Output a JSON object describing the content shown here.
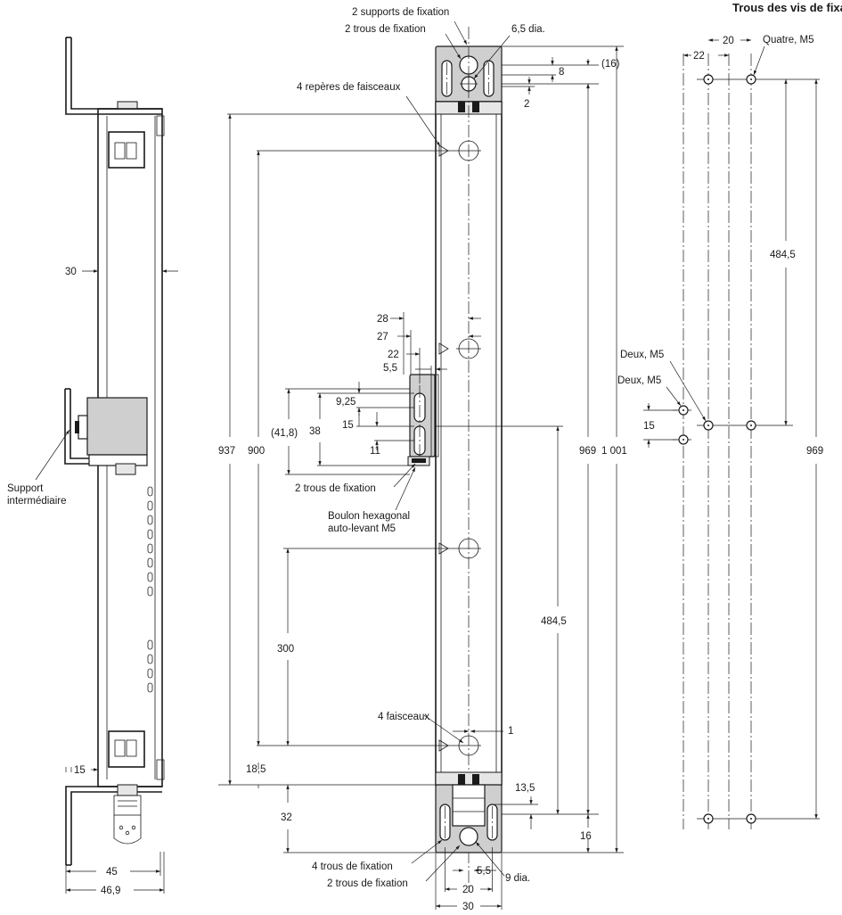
{
  "title": "Trous des vis de fixation",
  "left_view": {
    "dim_width": "30",
    "dim_offset": "15",
    "dim_45": "45",
    "dim_46_9": "46,9",
    "support_label_1": "Support",
    "support_label_2": "intermédiaire"
  },
  "center_view": {
    "supports_label": "2 supports de fixation",
    "holes_top_label": "2 trous de fixation",
    "dia_top": "6,5 dia.",
    "dim_16": "(16)",
    "dim_8": "8",
    "dim_2": "2",
    "beam_marks_label": "4 repères de faisceaux",
    "dim_937": "937",
    "dim_900": "900",
    "dim_28": "28",
    "dim_27": "27",
    "dim_22": "22",
    "dim_5_5_mid": "5,5",
    "dim_9_25": "9,25",
    "dim_41_8": "(41,8)",
    "dim_38": "38",
    "dim_15": "15",
    "dim_11": "11",
    "holes_mid_label": "2 trous de fixation",
    "bolt_label_1": "Boulon hexagonal",
    "bolt_label_2": "auto-levant M5",
    "dim_969": "969",
    "dim_1001": "1 001",
    "dim_484_5": "484,5",
    "dim_300": "300",
    "beams_label": "4 faisceaux",
    "dim_1": "1",
    "dim_18_5": "18,5",
    "dim_13_5": "13,5",
    "dim_32": "32",
    "dim_16_bottom": "16",
    "holes4_label": "4 trous de fixation",
    "holes2_label": "2 trous de fixation",
    "dim_5_5_bottom": "5,5",
    "dia_bottom": "9 dia.",
    "dim_20": "20",
    "dim_30": "30"
  },
  "right_view": {
    "dim_20": "20",
    "dim_22": "22",
    "quatre_m5": "Quatre, M5",
    "dim_484_5": "484,5",
    "deux_m5_a": "Deux, M5",
    "deux_m5_b": "Deux, M5",
    "dim_15": "15",
    "dim_969": "969"
  }
}
